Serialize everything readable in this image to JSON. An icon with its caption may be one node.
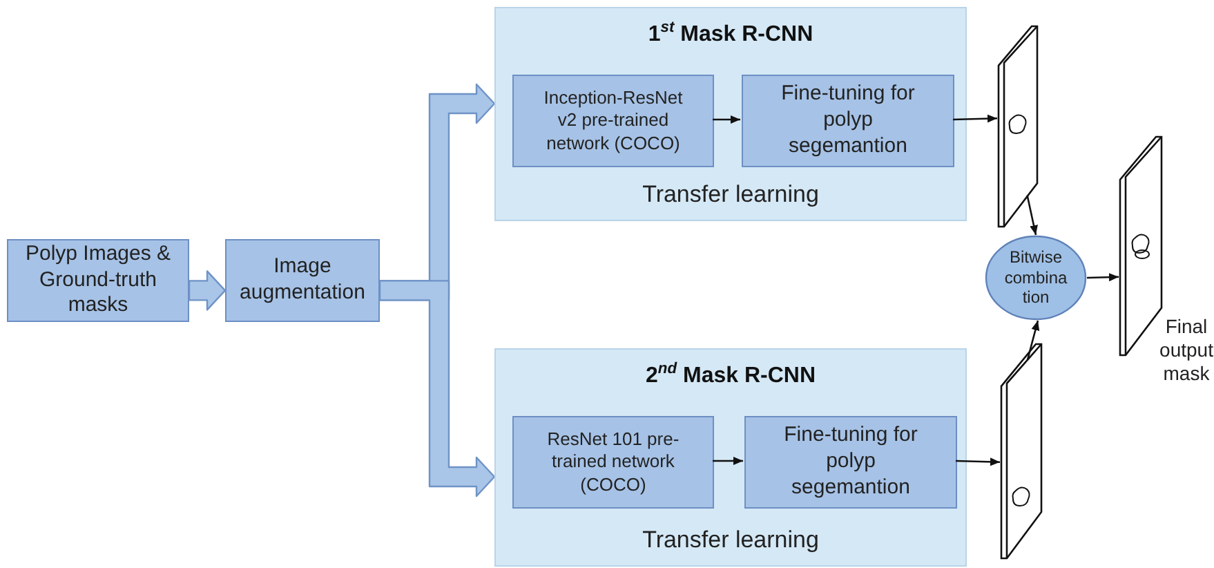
{
  "diagram": {
    "nodes": [
      {
        "text": [
          "Polyp Images & Ground-truth masks"
        ]
      },
      {
        "text": [
          "Image augmentation"
        ]
      },
      {
        "text": [
          "1$^{st}$ Mask R-CNN",
          "Transfer learning"
        ]
      },
      {
        "text": [
          "Inception-ResNet v2 pre-trained network (COCO)"
        ],
        "in": 2
      },
      {
        "text": [
          "Fine-tuning  for polyp segemantion"
        ],
        "in": 2
      },
      {
        "text": [
          "2$^{nd}$ Mask R-CNN",
          "Transfer learning"
        ]
      },
      {
        "text": [
          "ResNet 101 pre-trained network (COCO)"
        ],
        "in": 5
      },
      {
        "text": [
          "Fine-tuning  for polyp segemantion"
        ],
        "in": 5
      },
      {
        "text": [],
        "shape": "picture"
      },
      {
        "text": [],
        "shape": "picture"
      },
      {
        "text": [
          "Bitwise combina tion"
        ]
      },
      {
        "text": [],
        "shape": "picture",
        "beside": [
          "Final output mask"
        ]
      }
    ],
    "edges": [
      {
        "from": 0,
        "to": 1,
        "arrow": "to",
        "style": "thick"
      },
      {
        "from": 1,
        "to": 2,
        "arrow": "to",
        "style": "thick"
      },
      {
        "from": 1,
        "to": 5,
        "arrow": "to",
        "style": "thick"
      },
      {
        "from": 3,
        "to": 4,
        "arrow": "to"
      },
      {
        "from": 4,
        "to": 8,
        "arrow": "to"
      },
      {
        "from": 6,
        "to": 7,
        "arrow": "to"
      },
      {
        "from": 7,
        "to": 9,
        "arrow": "to"
      },
      {
        "from": 8,
        "to": 10,
        "arrow": "to"
      },
      {
        "from": 9,
        "to": 10,
        "arrow": "to"
      },
      {
        "from": 10,
        "to": 11,
        "arrow": "to"
      }
    ]
  }
}
